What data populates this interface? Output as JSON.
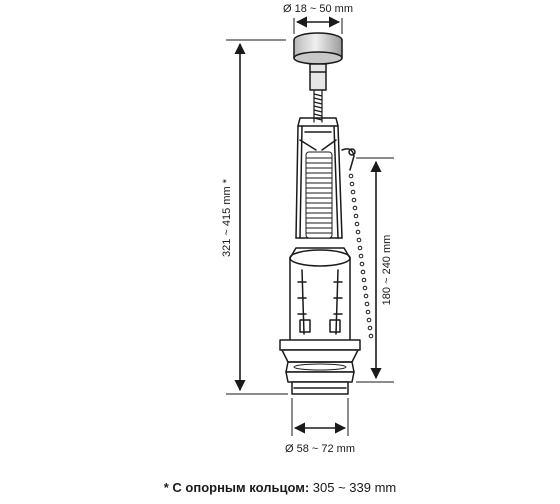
{
  "dimensions": {
    "button_diameter": "Ø 18 ~ 50 mm",
    "total_height": "321 ~ 415 mm *",
    "overflow_height": "180 ~ 240 mm",
    "base_diameter": "Ø 58 ~ 72 mm"
  },
  "footnote": {
    "marker_label": "* С опорным кольцом:",
    "range": "305 ~ 339 mm"
  },
  "colors": {
    "line": "#1a1a1a",
    "button_fill": "#d9d9d9"
  }
}
